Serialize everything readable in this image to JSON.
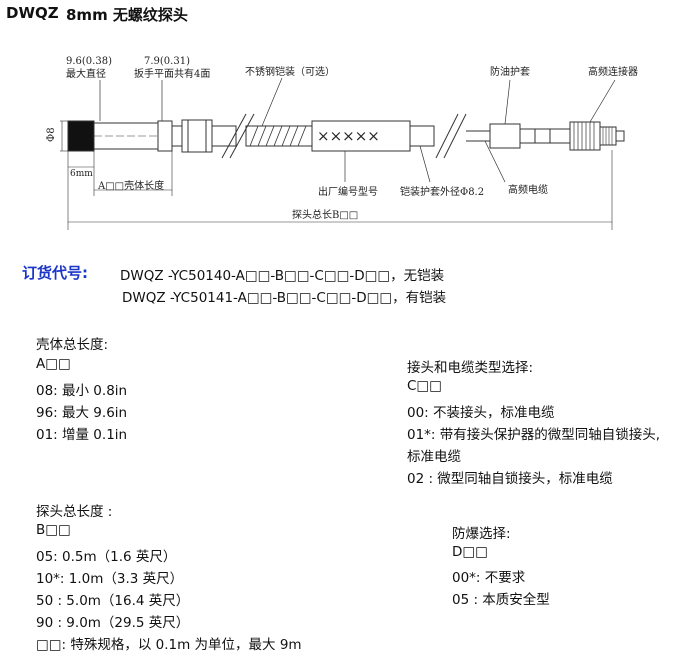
{
  "header": {
    "model": "DWQZ",
    "name": "8mm 无螺纹探头"
  },
  "diagram": {
    "labels": {
      "dia_val": "9.6(0.38)",
      "dia_desc": "最大直径",
      "flat_val": "7.9(0.31)",
      "flat_desc": "扳手平面共有4面",
      "armor": "不锈钢铠装（可选）",
      "oil_sleeve": "防油护套",
      "hf_connector": "高频连接器",
      "phi8": "Φ8",
      "six_mm": "6mm",
      "shell_len": "A□□壳体长度",
      "serial": "出厂编号型号",
      "armor_od": "铠装护套外径Φ8.2",
      "hf_cable": "高频电缆",
      "total_len": "探头总长B□□",
      "xmarks": "×××××"
    }
  },
  "order": {
    "label": "订货代号:",
    "line1": "DWQZ -YC50140-A□□-B□□-C□□-D□□，无铠装",
    "line2": "DWQZ -YC50141-A□□-B□□-C□□-D□□，有铠装"
  },
  "shell": {
    "title": "壳体总长度:",
    "code": "A□□",
    "items": [
      "08: 最小 0.8in",
      "96: 最大 9.6in",
      "01: 增量 0.1in"
    ]
  },
  "connector": {
    "title": "接头和电缆类型选择:",
    "code": "C□□",
    "items": [
      "00: 不装接头，标准电缆",
      "01*: 带有接头保护器的微型同轴自锁接头,",
      "标准电缆",
      "02 : 微型同轴自锁接头，标准电缆"
    ]
  },
  "probe": {
    "title": "探头总长度 :",
    "code": "B□□",
    "items": [
      "05: 0.5m（1.6 英尺）",
      "10*: 1.0m（3.3 英尺）",
      "50 : 5.0m（16.4 英尺）",
      "90 : 9.0m（29.5 英尺）",
      "□□: 特殊规格，以 0.1m 为单位，最大 9m"
    ]
  },
  "explosion": {
    "title": "防爆选择:",
    "code": "D□□",
    "items": [
      "00*: 不要求",
      "05 : 本质安全型"
    ]
  }
}
